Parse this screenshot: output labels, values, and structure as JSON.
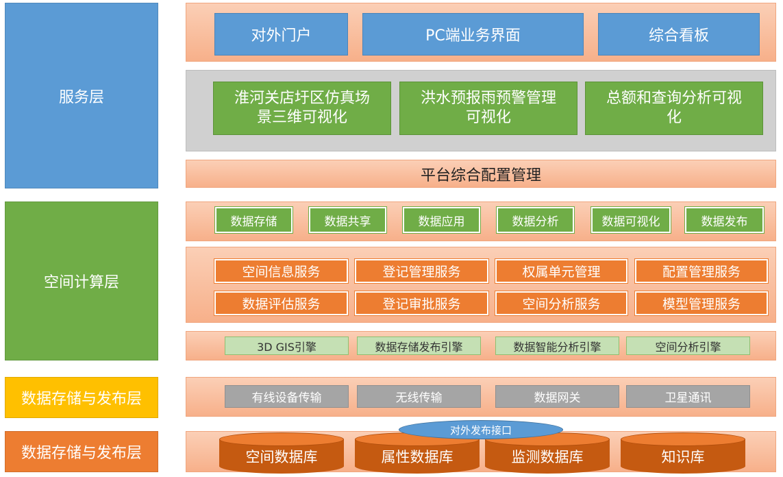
{
  "layers": {
    "service": "服务层",
    "compute": "空间计算层",
    "storage_yellow": "数据存储与发布层",
    "storage_orange": "数据存储与发布层"
  },
  "portal": [
    "对外门户",
    "PC端业务界面",
    "综合看板"
  ],
  "visualization": [
    [
      "淮河关店圩区仿真场",
      "景三维可视化"
    ],
    [
      "洪水预报雨预警管理",
      "可视化"
    ],
    [
      "总额和查询分析可视",
      "化"
    ]
  ],
  "platform_config": "平台综合配置管理",
  "data_functions": [
    "数据存储",
    "数据共享",
    "数据应用",
    "数据分析",
    "数据可视化",
    "数据发布"
  ],
  "services_row1": [
    "空间信息服务",
    "登记管理服务",
    "权属单元管理",
    "配置管理服务"
  ],
  "services_row2": [
    "数据评估服务",
    "登记审批服务",
    "空间分析服务",
    "模型管理服务"
  ],
  "engines": [
    "3D GIS引擎",
    "数据存储发布引擎",
    "数据智能分析引擎",
    "空间分析引擎"
  ],
  "transmission": [
    "有线设备传输",
    "无线传输",
    "数据网关",
    "卫星通讯"
  ],
  "interface": "对外发布接口",
  "databases": [
    "空间数据库",
    "属性数据库",
    "监测数据库",
    "知识库"
  ]
}
